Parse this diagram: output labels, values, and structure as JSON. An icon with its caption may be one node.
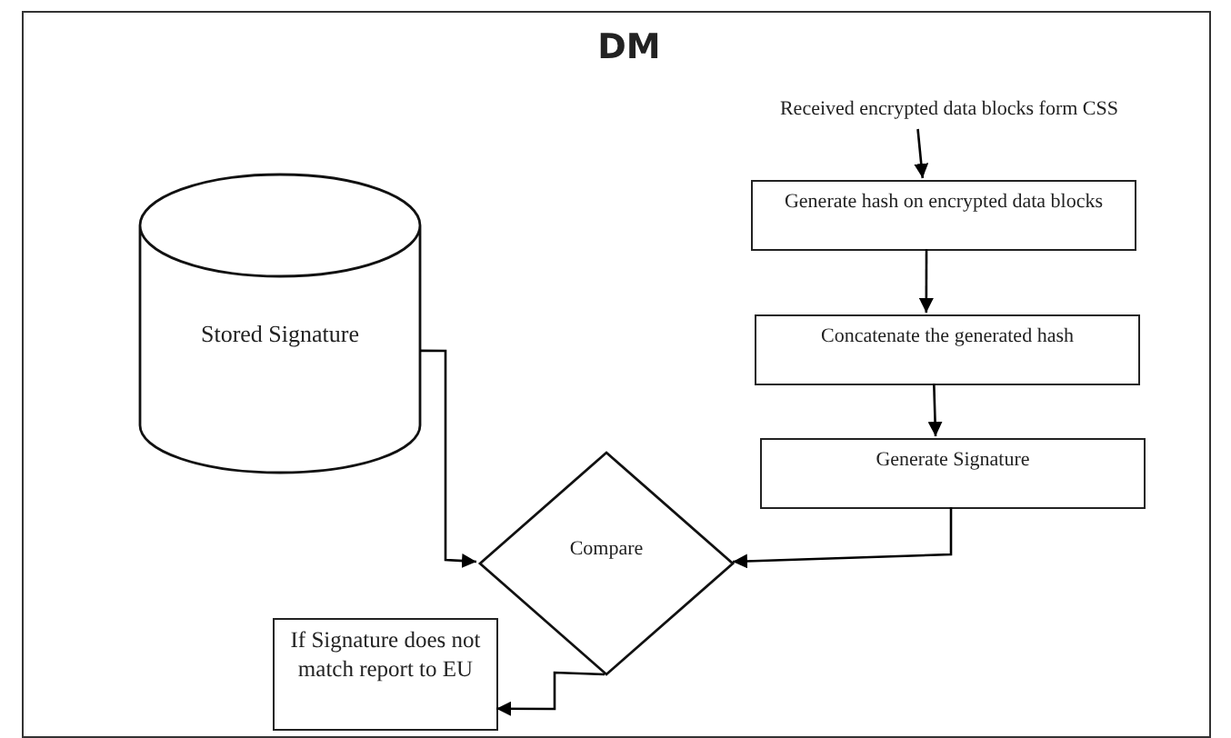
{
  "diagram": {
    "nodes": [
      {
        "text": [
          "DM"
        ]
      },
      {
        "text": [
          "Received encrypted data blocks form CSS"
        ],
        "in": 0
      },
      {
        "text": [
          "Generate hash on encrypted data blocks"
        ],
        "in": 0
      },
      {
        "text": [
          "Concatenate the generated hash"
        ],
        "in": 0
      },
      {
        "text": [
          "Generate Signature"
        ],
        "in": 0
      },
      {
        "text": [
          "Stored Signature"
        ],
        "in": 0
      },
      {
        "text": [
          "Compare"
        ],
        "in": 0
      },
      {
        "text": [
          "If Signature does not match report to EU"
        ],
        "in": 0
      }
    ],
    "edges": [
      {
        "from": 1,
        "to": 2,
        "arrow": "to"
      },
      {
        "from": 2,
        "to": 3,
        "arrow": "to"
      },
      {
        "from": 3,
        "to": 4,
        "arrow": "to"
      },
      {
        "from": 5,
        "to": 6,
        "arrow": "to"
      },
      {
        "from": 4,
        "to": 6,
        "arrow": "to"
      },
      {
        "from": 6,
        "to": 7,
        "arrow": "to"
      }
    ]
  }
}
